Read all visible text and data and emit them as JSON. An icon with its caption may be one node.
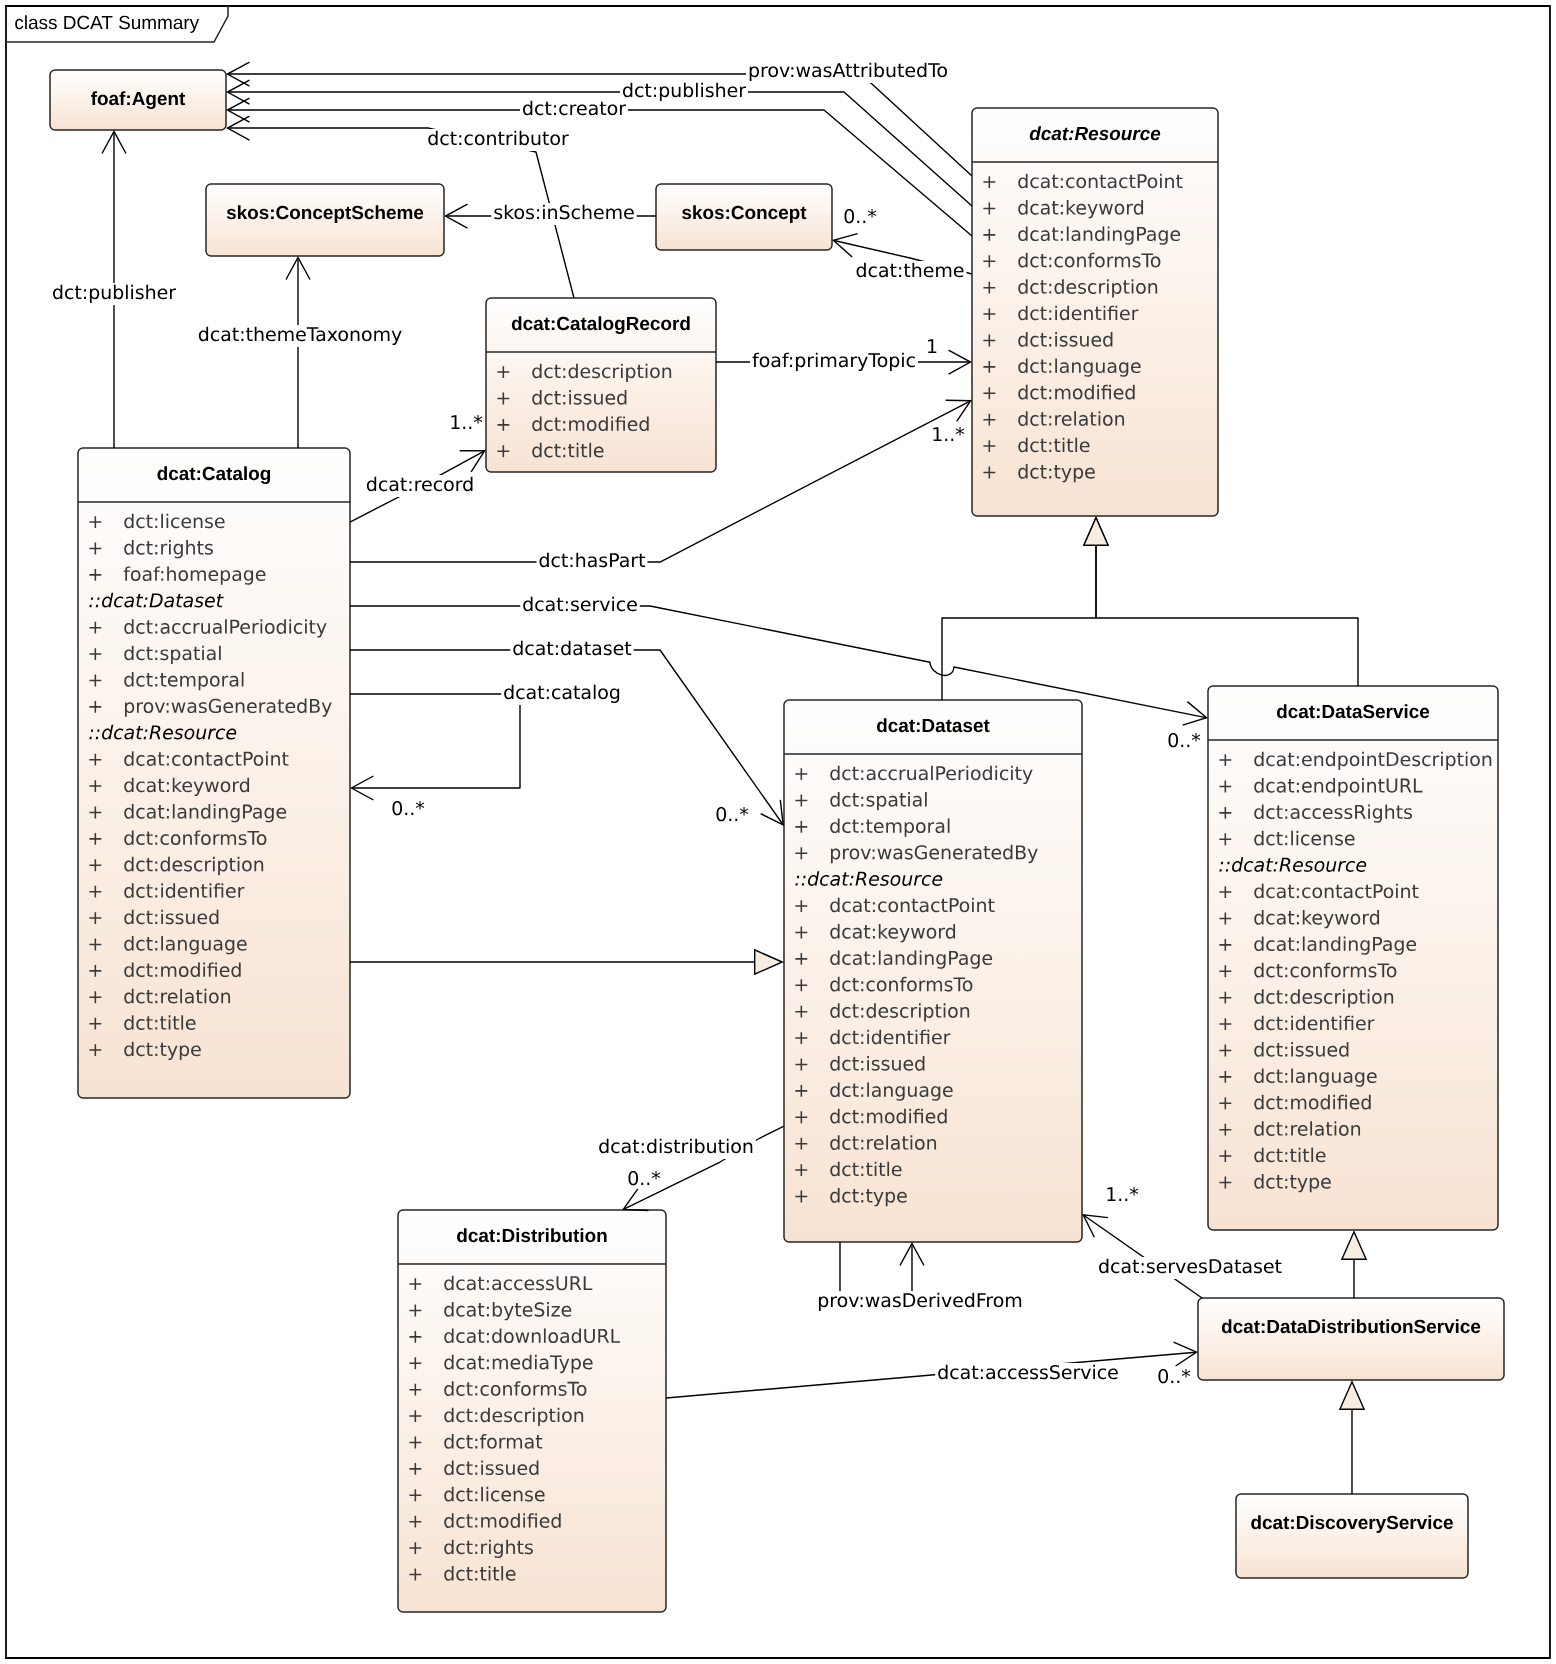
{
  "diagram": {
    "title": "class DCAT Summary",
    "nodes": [
      {
        "text": [
          "foaf:Agent"
        ]
      },
      {
        "text": [
          "dcat:Resource",
          "+ dcat:contactPoint",
          "+ dcat:keyword",
          "+ dcat:landingPage",
          "+ dct:conformsTo",
          "+ dct:description",
          "+ dct:identifier",
          "+ dct:issued",
          "+ dct:language",
          "+ dct:modified",
          "+ dct:relation",
          "+ dct:title",
          "+ dct:type"
        ]
      },
      {
        "text": [
          "skos:ConceptScheme"
        ]
      },
      {
        "text": [
          "skos:Concept"
        ]
      },
      {
        "text": [
          "dcat:CatalogRecord",
          "+ dct:description",
          "+ dct:issued",
          "+ dct:modified",
          "+ dct:title"
        ]
      },
      {
        "text": [
          "dcat:Catalog",
          "+ dct:license",
          "+ dct:rights",
          "+ foaf:homepage",
          "::dcat:Dataset",
          "+ dct:accrualPeriodicity",
          "+ dct:spatial",
          "+ dct:temporal",
          "+ prov:wasGeneratedBy",
          "::dcat:Resource",
          "+ dcat:contactPoint",
          "+ dcat:keyword",
          "+ dcat:landingPage",
          "+ dct:conformsTo",
          "+ dct:description",
          "+ dct:identifier",
          "+ dct:issued",
          "+ dct:language",
          "+ dct:modified",
          "+ dct:relation",
          "+ dct:title",
          "+ dct:type"
        ]
      },
      {
        "text": [
          "dcat:Dataset",
          "+ dct:accrualPeriodicity",
          "+ dct:spatial",
          "+ dct:temporal",
          "+ prov:wasGeneratedBy",
          "::dcat:Resource",
          "+ dcat:contactPoint",
          "+ dcat:keyword",
          "+ dcat:landingPage",
          "+ dct:conformsTo",
          "+ dct:description",
          "+ dct:identifier",
          "+ dct:issued",
          "+ dct:language",
          "+ dct:modified",
          "+ dct:relation",
          "+ dct:title",
          "+ dct:type"
        ]
      },
      {
        "text": [
          "dcat:DataService",
          "+ dcat:endpointDescription",
          "+ dcat:endpointURL",
          "+ dct:accessRights",
          "+ dct:license",
          "::dcat:Resource",
          "+ dcat:contactPoint",
          "+ dcat:keyword",
          "+ dcat:landingPage",
          "+ dct:conformsTo",
          "+ dct:description",
          "+ dct:identifier",
          "+ dct:issued",
          "+ dct:language",
          "+ dct:modified",
          "+ dct:relation",
          "+ dct:title",
          "+ dct:type"
        ]
      },
      {
        "text": [
          "dcat:Distribution",
          "+ dcat:accessURL",
          "+ dcat:byteSize",
          "+ dcat:downloadURL",
          "+ dcat:mediaType",
          "+ dct:conformsTo",
          "+ dct:description",
          "+ dct:format",
          "+ dct:issued",
          "+ dct:license",
          "+ dct:modified",
          "+ dct:rights",
          "+ dct:title"
        ]
      },
      {
        "text": [
          "dcat:DataDistributionService"
        ]
      },
      {
        "text": [
          "dcat:DiscoveryService"
        ]
      }
    ],
    "edges": [
      {
        "from": 1,
        "to": 0,
        "arrow": "to",
        "label": "prov:wasAttributedTo"
      },
      {
        "from": 1,
        "to": 0,
        "arrow": "to",
        "label": "dct:publisher"
      },
      {
        "from": 1,
        "to": 0,
        "arrow": "to",
        "label": "dct:creator"
      },
      {
        "from": 4,
        "to": 0,
        "arrow": "to",
        "label": "dct:contributor"
      },
      {
        "from": 5,
        "to": 0,
        "arrow": "to",
        "label": "dct:publisher"
      },
      {
        "from": 3,
        "to": 2,
        "arrow": "to",
        "label": "skos:inScheme"
      },
      {
        "from": 5,
        "to": 2,
        "arrow": "to",
        "label": "dcat:themeTaxonomy"
      },
      {
        "from": 1,
        "to": 3,
        "arrow": "to",
        "label": "dcat:theme"
      },
      {
        "from": 4,
        "to": 1,
        "arrow": "to",
        "label": "foaf:primaryTopic"
      },
      {
        "from": 5,
        "to": 4,
        "arrow": "to",
        "label": "dcat:record"
      },
      {
        "from": 5,
        "to": 1,
        "arrow": "to",
        "label": "dct:hasPart"
      },
      {
        "from": 5,
        "to": 7,
        "arrow": "to",
        "label": "dcat:service"
      },
      {
        "from": 5,
        "to": 6,
        "arrow": "to",
        "label": "dcat:dataset"
      },
      {
        "from": 5,
        "to": 5,
        "arrow": "to",
        "label": "dcat:catalog"
      },
      {
        "from": 5,
        "to": 6,
        "arrow": "to"
      },
      {
        "from": 6,
        "to": 1,
        "arrow": "to"
      },
      {
        "from": 7,
        "to": 1,
        "arrow": "to"
      },
      {
        "from": 6,
        "to": 8,
        "arrow": "to",
        "label": "dcat:distribution"
      },
      {
        "from": 6,
        "to": 6,
        "arrow": "to",
        "label": "prov:wasDerivedFrom"
      },
      {
        "from": 9,
        "to": 6,
        "arrow": "to",
        "label": "dcat:servesDataset"
      },
      {
        "from": 8,
        "to": 9,
        "arrow": "to",
        "label": "dcat:accessService"
      },
      {
        "from": 9,
        "to": 7,
        "arrow": "to"
      },
      {
        "from": 10,
        "to": 9,
        "arrow": "to"
      }
    ],
    "labels": [
      "0..*",
      "1",
      "1..*",
      "1..*",
      "0..*",
      "0..*",
      "0..*",
      "0..*",
      "1..*",
      "0..*"
    ]
  }
}
